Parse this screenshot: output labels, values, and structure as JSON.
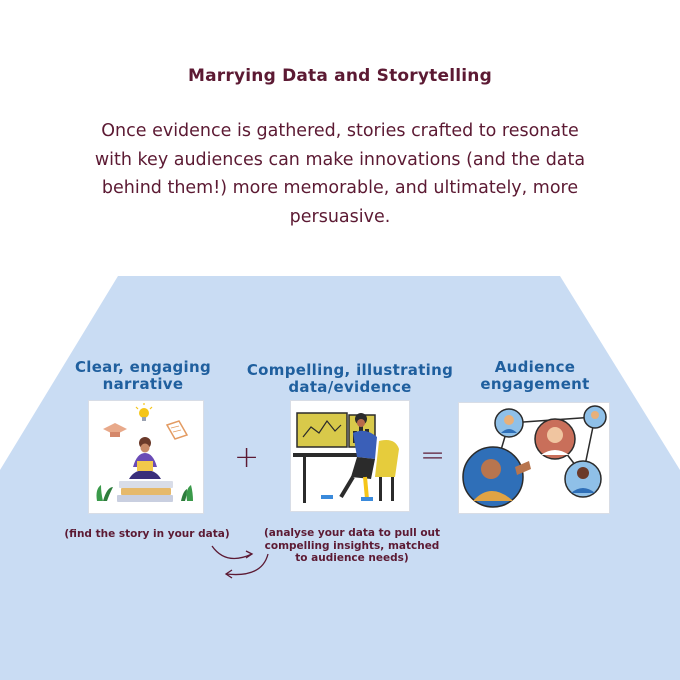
{
  "heading": "Marrying Data and Storytelling",
  "intro": "Once evidence is gathered, stories crafted to resonate with key audiences can make innovations (and the data behind them!) more memorable, and ultimately, more persuasive.",
  "columns": [
    {
      "title_line1": "Clear, engaging",
      "title_line2": "narrative",
      "illustration": "person-reading-on-books-illustration"
    },
    {
      "title_line1": "Compelling, illustrating",
      "title_line2": "data/evidence",
      "illustration": "person-analysing-charts-illustration"
    },
    {
      "title_line1": "Audience",
      "title_line2": "engagement",
      "illustration": "connected-people-network-illustration"
    }
  ],
  "operators": {
    "plus": "+",
    "equals": "="
  },
  "notes": {
    "narrative": "(find the story in your data)",
    "data_line1": "(analyse your data to pull out",
    "data_line2": "compelling insights, matched",
    "data_line3": "to audience needs)"
  },
  "colors": {
    "text_maroon": "#5c1a33",
    "title_blue": "#1f5f9e",
    "background_shape": "#c9dcf3"
  }
}
